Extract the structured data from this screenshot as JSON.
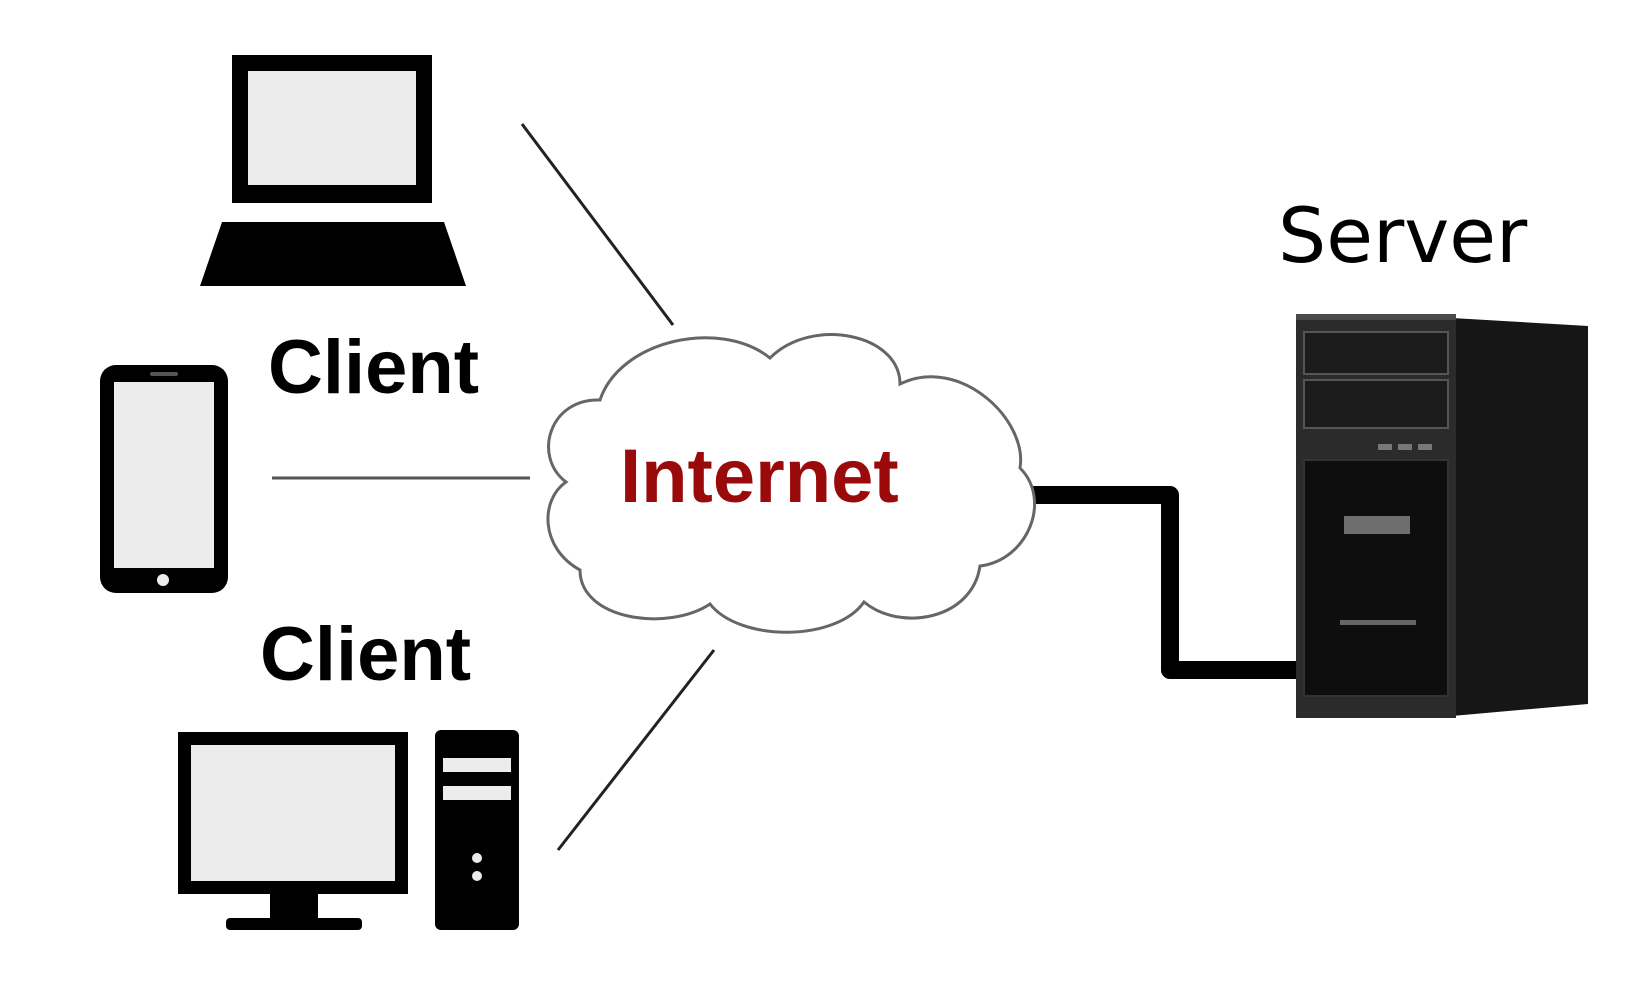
{
  "labels": {
    "client_top": "Client",
    "client_bottom": "Client",
    "internet": "Internet",
    "server": "Server"
  },
  "nodes": [
    {
      "id": "laptop",
      "role": "client",
      "icon": "laptop-icon"
    },
    {
      "id": "phone",
      "role": "client",
      "icon": "smartphone-icon"
    },
    {
      "id": "desktop",
      "role": "client",
      "icon": "desktop-computer-icon"
    },
    {
      "id": "internet",
      "role": "network",
      "icon": "cloud-icon"
    },
    {
      "id": "server",
      "role": "server",
      "icon": "server-tower-icon"
    }
  ],
  "edges": [
    {
      "from": "laptop",
      "to": "internet"
    },
    {
      "from": "phone",
      "to": "internet"
    },
    {
      "from": "desktop",
      "to": "internet"
    },
    {
      "from": "internet",
      "to": "server"
    }
  ],
  "colors": {
    "internet_text": "#9b0a0a",
    "icon": "#000000",
    "screen": "#ececec",
    "server_body": "#2a2a2a"
  }
}
